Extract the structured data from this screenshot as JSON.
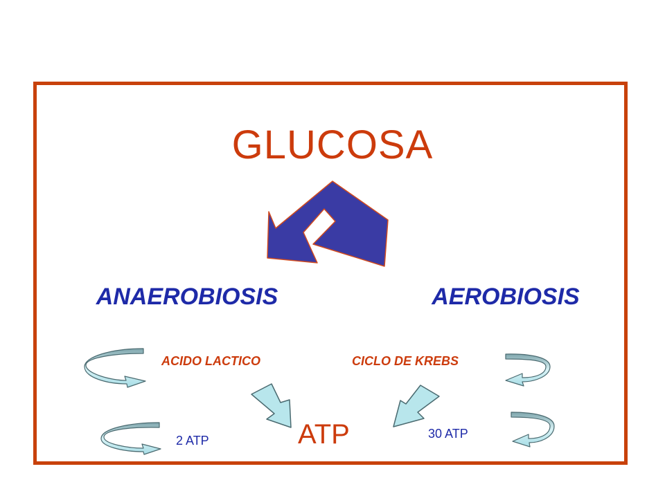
{
  "diagram": {
    "title": "GLUCOSA",
    "branches": {
      "left": "ANAEROBIOSIS",
      "right": "AEROBIOSIS"
    },
    "products": {
      "left": "ACIDO LACTICO",
      "right": "CICLO DE KREBS"
    },
    "atp": {
      "center": "ATP",
      "left": "2 ATP",
      "right": "30 ATP"
    },
    "colors": {
      "frame": "#c8410b",
      "title": "#cc3b0c",
      "branch_text": "#1e2aa8",
      "split_arrow": "#3a3ba4",
      "cycle_arrow": "#b8e6ec"
    },
    "icons": {
      "split": "split-arrow-icon",
      "cycles": "curved-arrow-icon",
      "down": "down-arrow-icon"
    }
  }
}
